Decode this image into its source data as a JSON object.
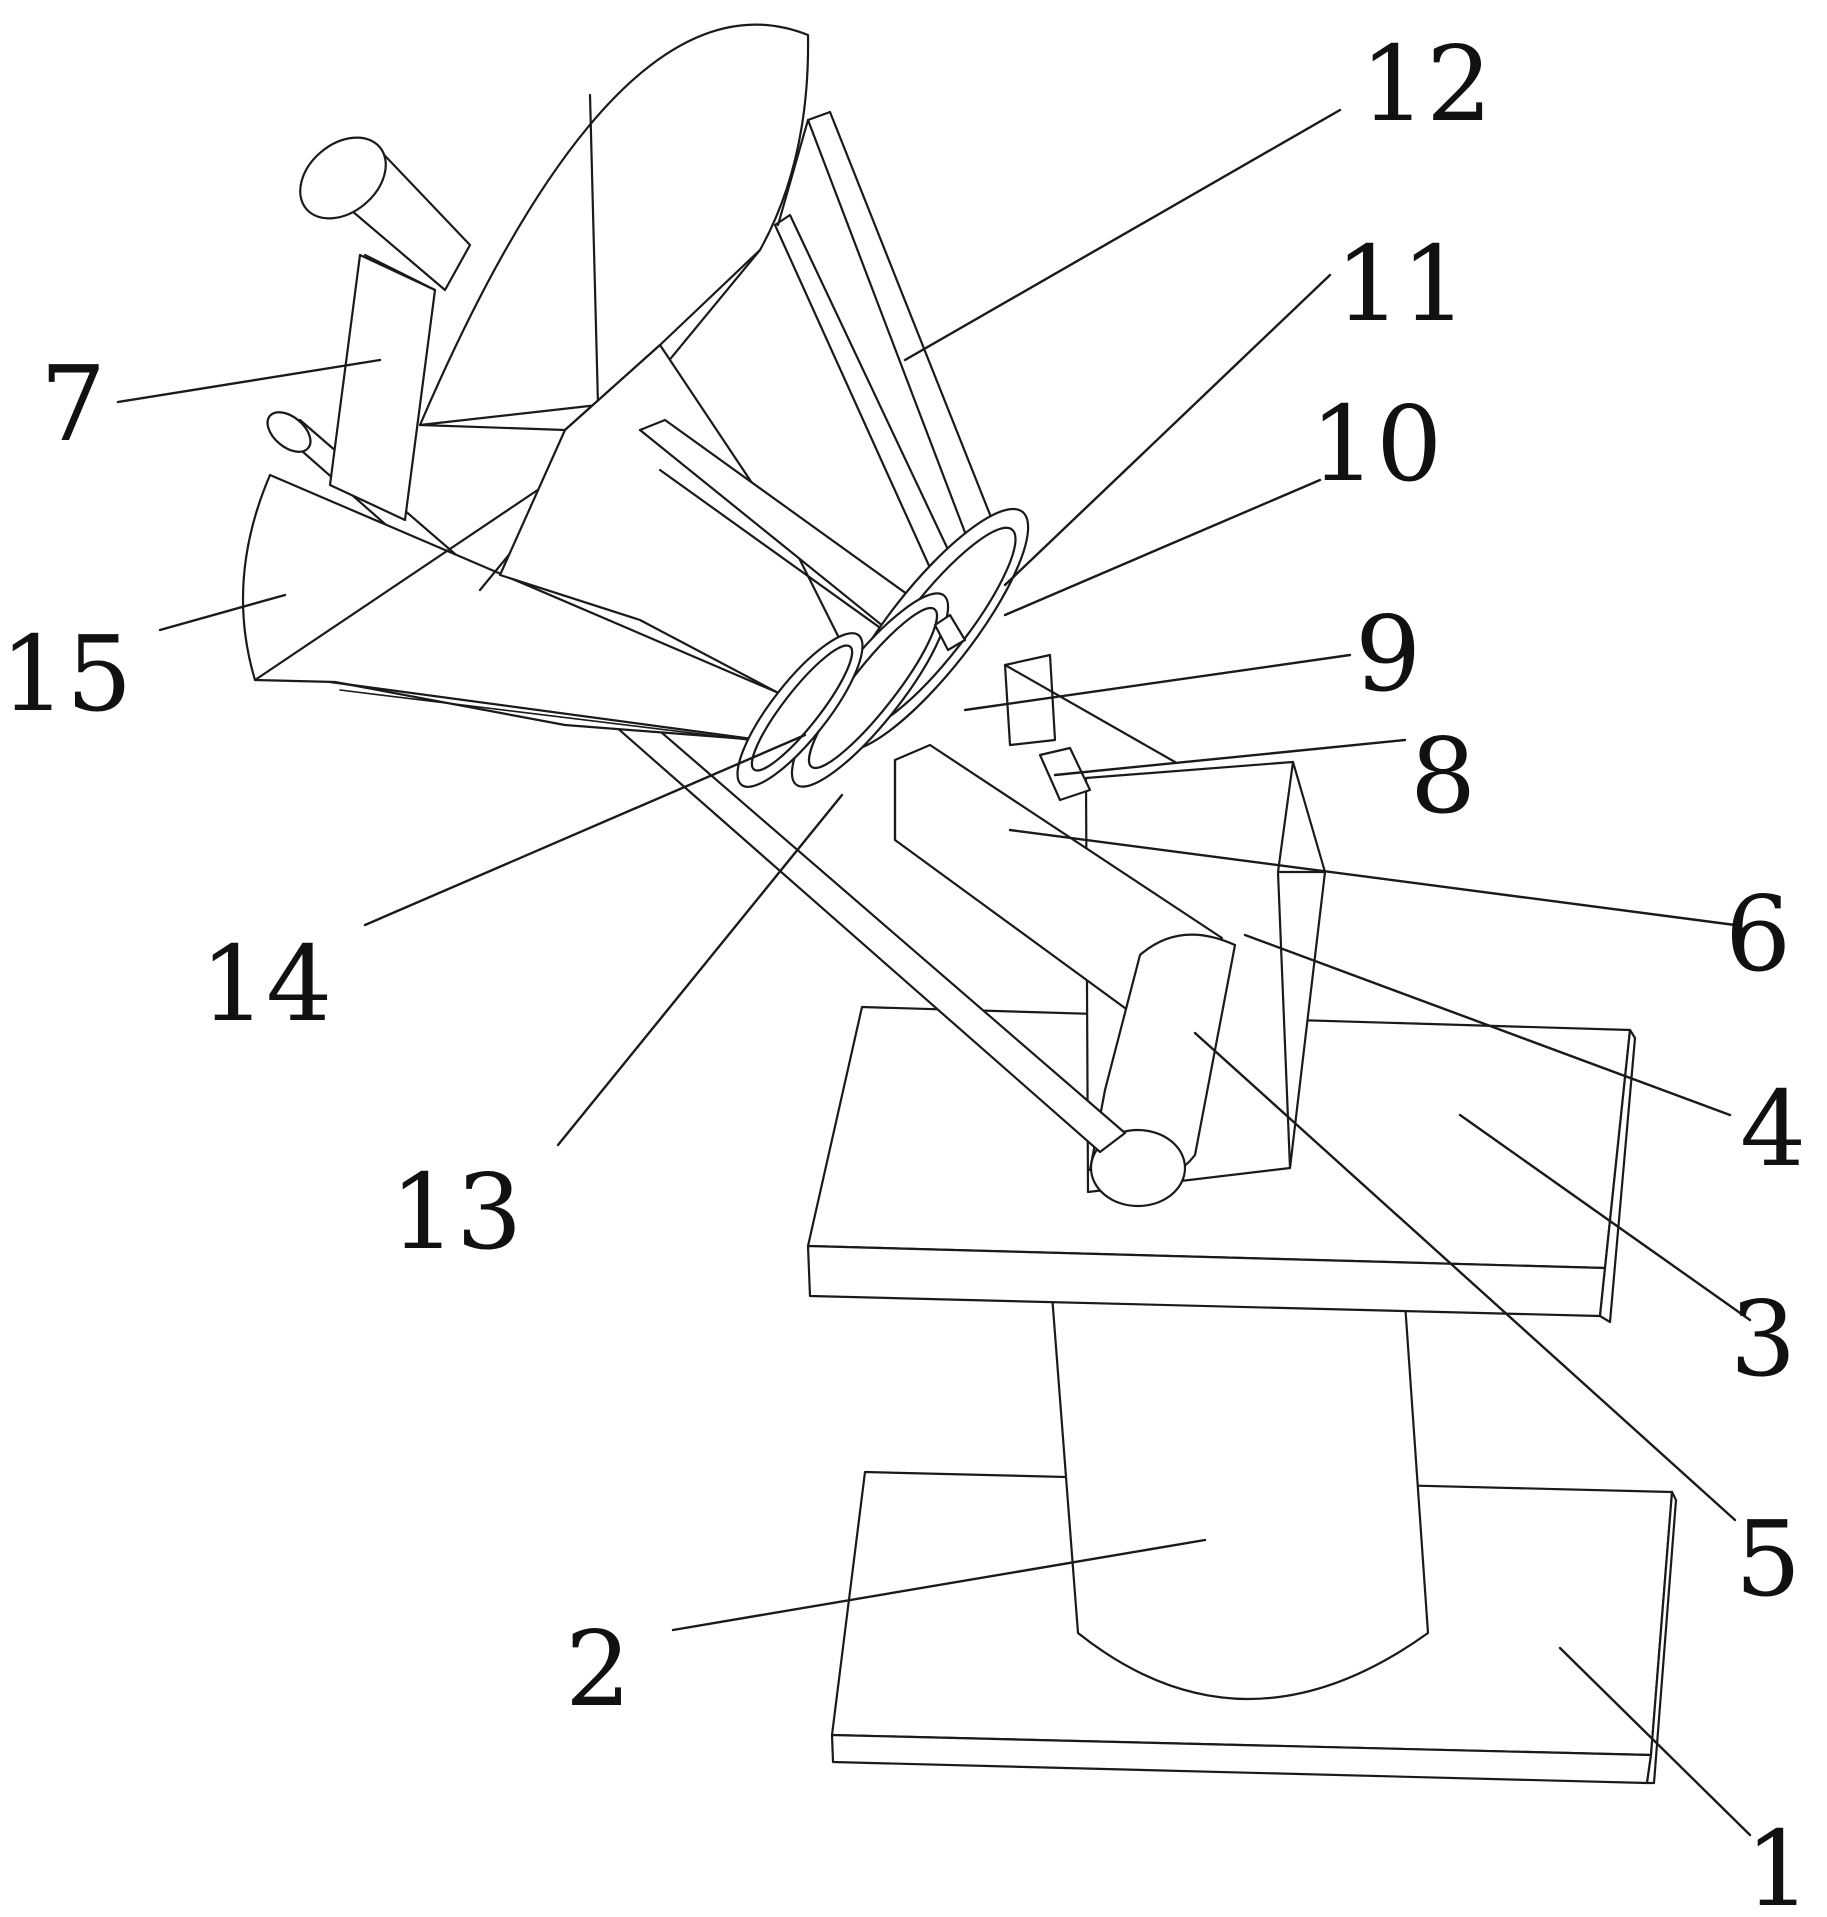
{
  "figure": {
    "type": "patent-line-drawing",
    "line_color": "#1a1a1a",
    "background": "#ffffff",
    "callouts": [
      {
        "id": "c1",
        "label": "1"
      },
      {
        "id": "c2",
        "label": "2"
      },
      {
        "id": "c3",
        "label": "3"
      },
      {
        "id": "c4",
        "label": "4"
      },
      {
        "id": "c5",
        "label": "5"
      },
      {
        "id": "c6",
        "label": "6"
      },
      {
        "id": "c7",
        "label": "7"
      },
      {
        "id": "c8",
        "label": "8"
      },
      {
        "id": "c9",
        "label": "9"
      },
      {
        "id": "c10",
        "label": "10"
      },
      {
        "id": "c11",
        "label": "11"
      },
      {
        "id": "c12",
        "label": "12"
      },
      {
        "id": "c13",
        "label": "13"
      },
      {
        "id": "c14",
        "label": "14"
      },
      {
        "id": "c15",
        "label": "15"
      }
    ]
  }
}
